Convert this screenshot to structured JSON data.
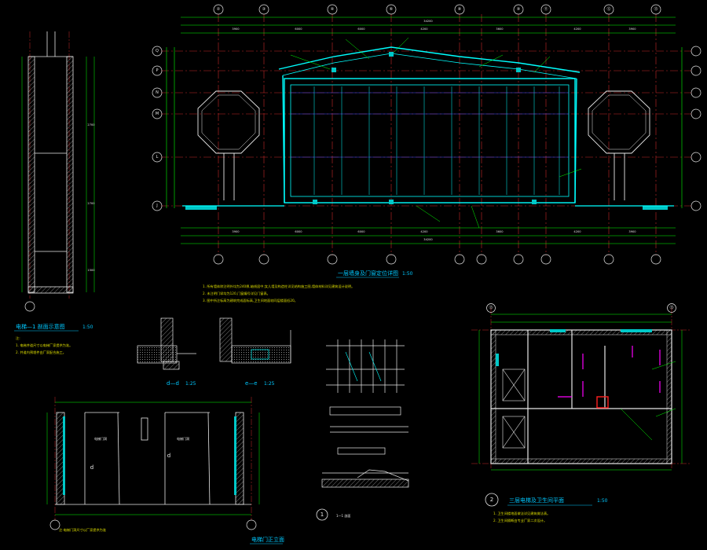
{
  "colors": {
    "background": "#000000",
    "grid_axis": "#c82828",
    "wall": "#00ffff",
    "dimension": "#00ff00",
    "title_text": "#00c8ff",
    "note_text": "#dddd00",
    "bubble": "#e8e8e8",
    "hatch": "#e8e8e8",
    "accent_magenta": "#ff00ff",
    "fill_cyan": "#00c8c8"
  },
  "grid": {
    "top_columns": [
      "②",
      "③",
      "④",
      "⑥",
      "⑧",
      "⑨",
      "⑪",
      "⑫",
      "⑬"
    ],
    "top_rows": [
      "Q",
      "P",
      "N",
      "M",
      "L",
      "J"
    ],
    "small_columns": [
      "⑬",
      "⑮"
    ]
  },
  "drawing_titles": {
    "main_plan": "一层墙身及门窗定位详图",
    "main_plan_scale": "1:50",
    "shaft_section": "电梯—1 剖面示意图",
    "shaft_scale": "1:50",
    "detail_d": "d—d",
    "detail_d_scale": "1:25",
    "detail_e": "e—e",
    "detail_e_scale": "1:25",
    "elevation": "电梯门正立面",
    "plan2_number": "2",
    "plan2_title": "三层电梯及卫生间平面",
    "plan2_scale": "1:50",
    "detail1_number": "1",
    "detail1_title": "1—1 剖面"
  },
  "notes_main": [
    "1. 所有墙体除注明外均为240厚,轴线居中;女儿墙及构造柱详见结构施工图,墙体材料详见建筑设计说明。",
    "2. 未注明门垛均为120,门窗编号详见门窗表。",
    "3. 图中所注标高为建筑完成面标高,卫生间地面较同层楼面低20。"
  ],
  "notes_shaft": [
    "注:",
    "1. 电梯井道尺寸以电梯厂家提供为准。",
    "2. 井道内预埋件由厂家配合施工。"
  ],
  "notes_plan2": [
    "1. 卫生间楼地面做法详见建筑做法表。",
    "2. 卫生间隔断由专业厂家二次设计。"
  ],
  "elevation_labels": {
    "door_left": "电梯门洞",
    "door_right": "电梯门洞",
    "caption": "注:电梯门洞尺寸以厂家提供为准"
  }
}
